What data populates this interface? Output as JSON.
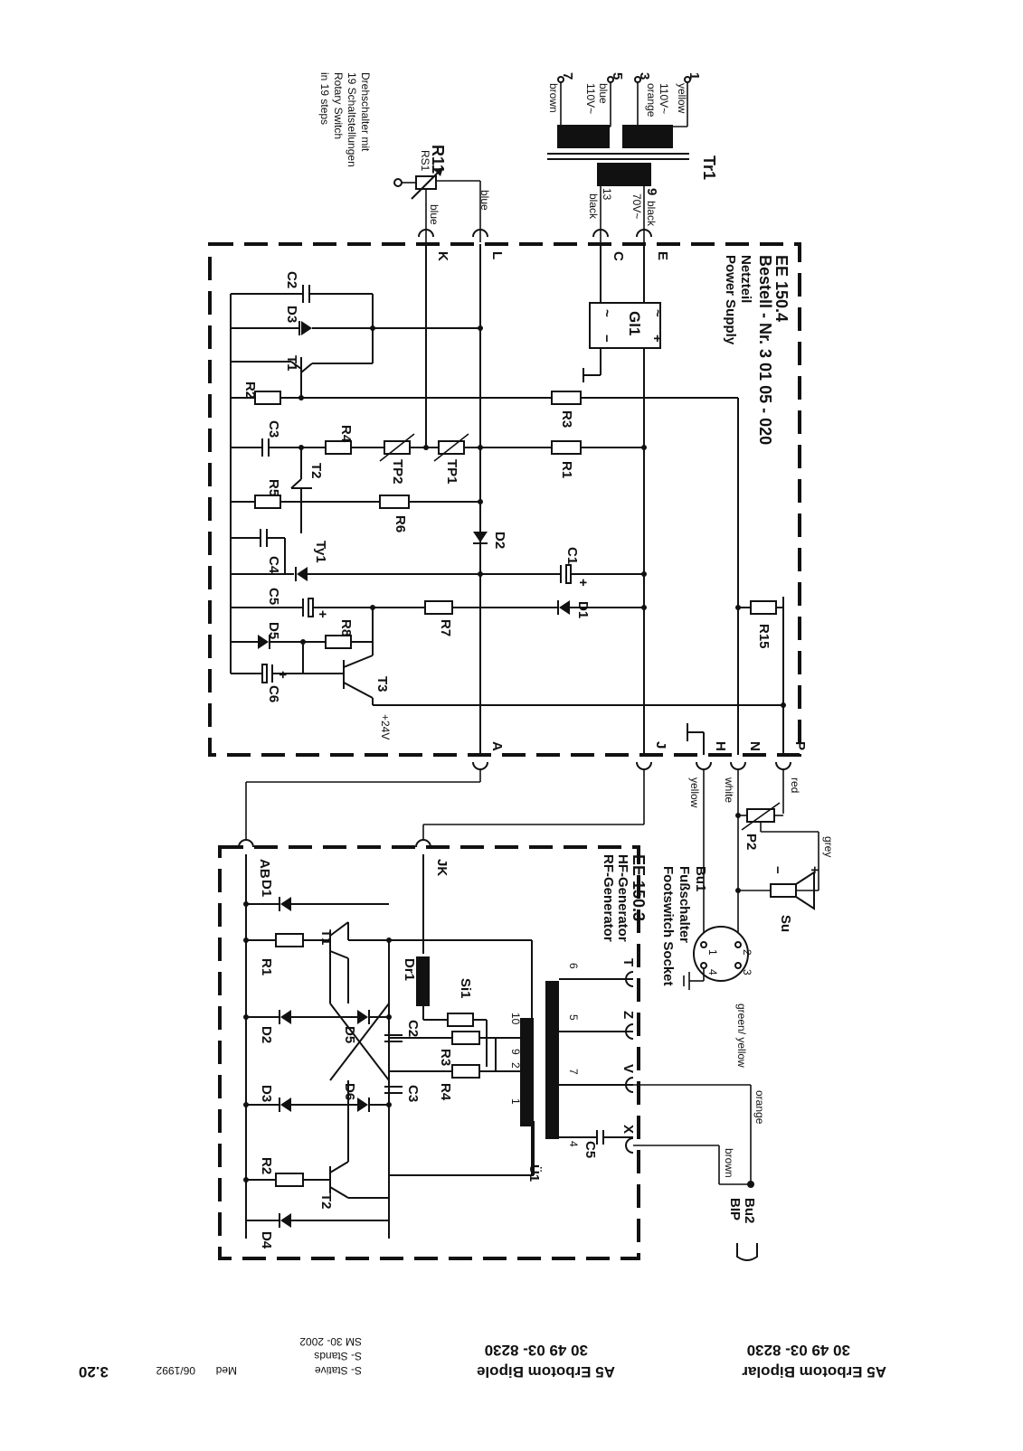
{
  "transformer": {
    "ref": "Tr1",
    "terminals": {
      "t1": "1",
      "t3": "3",
      "t5": "5",
      "t7": "7",
      "t9": "9",
      "t13": "13"
    },
    "wires": {
      "yellow": "yellow",
      "orange": "orange",
      "blue": "blue",
      "brown": "brown",
      "black": "black"
    },
    "voltages": {
      "v110a": "110V~",
      "v110b": "110V~",
      "v70": "70V~"
    }
  },
  "switch": {
    "ref": "R11",
    "sub": "RS1",
    "note": [
      "Drehschalter mit",
      "19 Schaltstellungen",
      "Rotary Switch",
      "in 19 steps"
    ],
    "wires": {
      "blue1": "blue",
      "blue2": "blue"
    }
  },
  "power_supply": {
    "title": "EE 150.4",
    "order": "Bestell - Nr. 3 01 05 - 020",
    "name_de": "Netzteil",
    "name_en": "Power Supply",
    "rectifier": "Gl1",
    "rect_signs": {
      "plus": "+",
      "minus": "−",
      "ac": "~"
    },
    "plus_sign": "+",
    "terminals": {
      "E": "E",
      "C": "C",
      "L": "L",
      "K": "K",
      "A": "A",
      "J": "J",
      "H": "H",
      "N": "N",
      "P": "P"
    },
    "components": {
      "C2": "C2",
      "D3": "D3",
      "T1": "T1",
      "R2": "R2",
      "R3": "R3",
      "C3": "C3",
      "R4": "R4",
      "TP2": "TP2",
      "TP1": "TP1",
      "R1": "R1",
      "R5": "R5",
      "T2": "T2",
      "R6": "R6",
      "D2": "D2",
      "C4": "C4",
      "Ty1": "Ty1",
      "C1": "C1",
      "C5": "C5",
      "R7": "R7",
      "D1": "D1",
      "D5": "D5",
      "R8": "R8",
      "R15": "R15",
      "T3": "T3",
      "C6": "C6"
    },
    "voltage_label": "+24V"
  },
  "external": {
    "wires": {
      "yellow": "yellow",
      "white": "white",
      "red": "red",
      "grey": "grey",
      "green_yellow": "green/ yellow",
      "orange": "orange",
      "brown": "brown"
    },
    "pot": "P2",
    "speaker": "Su",
    "speaker_signs": {
      "minus": "−",
      "plus": "+"
    },
    "footswitch": {
      "ref": "Bu1",
      "de": "Fußschalter",
      "en": "Footswitch Socket",
      "pins": {
        "p1": "1",
        "p2": "2",
        "p3": "3",
        "p4": "4"
      }
    },
    "bipolar": {
      "ref": "Bu2",
      "sub": "BIP"
    }
  },
  "hf_generator": {
    "title": "EE 150.3",
    "de": "HF-Generator",
    "en": "RF-Generator",
    "terminals": {
      "AB": "AB",
      "JK": "JK",
      "T": "T",
      "Z": "Z",
      "V": "V",
      "X": "X"
    },
    "components": {
      "D1": "D1",
      "R1": "R1",
      "T1": "T1",
      "Dr1": "Dr1",
      "Si1": "Si1",
      "D2": "D2",
      "D5": "D5",
      "C2": "C2",
      "R3": "R3",
      "D3": "D3",
      "D6": "D6",
      "C3": "C3",
      "R4": "R4",
      "R2": "R2",
      "T2": "T2",
      "D4": "D4",
      "U1": "Ü1",
      "C5": "C5"
    },
    "pins": {
      "p10": "10",
      "p9": "9",
      "p2": "2",
      "p1": "1",
      "p6": "6",
      "p5": "5",
      "p7": "7",
      "p4": "4"
    }
  },
  "footer": {
    "col1": {
      "title": "A5 Erbotom Bipolar",
      "code": "30 49 03- 8230"
    },
    "col2": {
      "title": "A5 Erbotom Bipole",
      "code": "30 49 03- 8230"
    },
    "col3": {
      "l1": "SM 30- 2002",
      "l2": "S- Stands",
      "l3": "S- Stative"
    },
    "med": "Med",
    "date": "06/1992",
    "page": "3.20"
  }
}
